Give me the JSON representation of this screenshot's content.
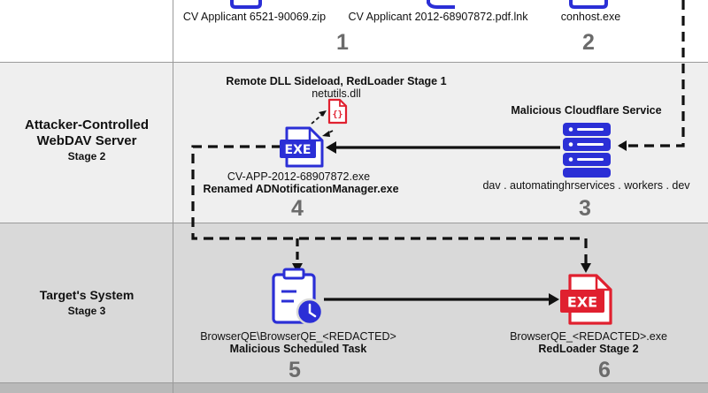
{
  "stage1": {
    "files": [
      "CV Applicant 6521-90069.zip",
      "CV Applicant 2012-68907872.pdf.lnk",
      "conhost.exe"
    ],
    "step1": "1",
    "step2": "2"
  },
  "stage2": {
    "title_line1": "Attacker-Controlled",
    "title_line2": "WebDAV Server",
    "sub": "Stage 2",
    "sideload_title": "Remote DLL Sideload, RedLoader Stage 1",
    "dll_name": "netutils.dll",
    "cloudflare_title": "Malicious Cloudflare Service",
    "exe_name": "CV-APP-2012-68907872.exe",
    "exe_renamed": "Renamed ADNotificationManager.exe",
    "domain": "dav . automatinghrservices . workers . dev",
    "step4": "4",
    "step3": "3"
  },
  "stage3": {
    "title": "Target's System",
    "sub": "Stage 3",
    "task_path": "BrowserQE\\BrowserQE_<REDACTED>",
    "task_label": "Malicious Scheduled Task",
    "exe_name": "BrowserQE_<REDACTED>.exe",
    "exe_label": "RedLoader Stage 2",
    "step5": "5",
    "step6": "6"
  },
  "icon_labels": {
    "exe": "EXE",
    "dll": "{}"
  },
  "colors": {
    "blue": "#2b2fd6",
    "red": "#e0202f",
    "row_top": "#ffffff",
    "row_mid": "#efefef",
    "row_bot": "#d9d9d9",
    "number": "#6b6b6b"
  }
}
